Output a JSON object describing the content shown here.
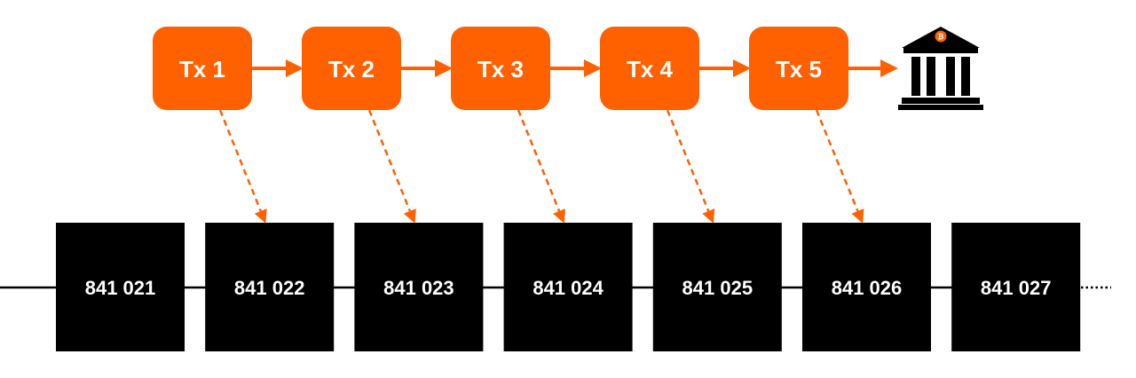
{
  "colors": {
    "accent": "#FF6000",
    "block": "#000000",
    "line": "#000000",
    "background": "#FFFFFF"
  },
  "transactions": [
    {
      "label": "Tx 1"
    },
    {
      "label": "Tx 2"
    },
    {
      "label": "Tx 3"
    },
    {
      "label": "Tx 4"
    },
    {
      "label": "Tx 5"
    }
  ],
  "destination": {
    "icon": "bank-icon",
    "coin_icon": "bitcoin-icon",
    "coin_glyph": "₿"
  },
  "blocks": [
    {
      "label": "841 021"
    },
    {
      "label": "841 022"
    },
    {
      "label": "841 023"
    },
    {
      "label": "841 024"
    },
    {
      "label": "841 025"
    },
    {
      "label": "841 026"
    },
    {
      "label": "841 027"
    }
  ],
  "links": [
    {
      "from": "Tx 1",
      "to": "841 022"
    },
    {
      "from": "Tx 2",
      "to": "841 023"
    },
    {
      "from": "Tx 3",
      "to": "841 024"
    },
    {
      "from": "Tx 4",
      "to": "841 025"
    },
    {
      "from": "Tx 5",
      "to": "841 026"
    }
  ]
}
